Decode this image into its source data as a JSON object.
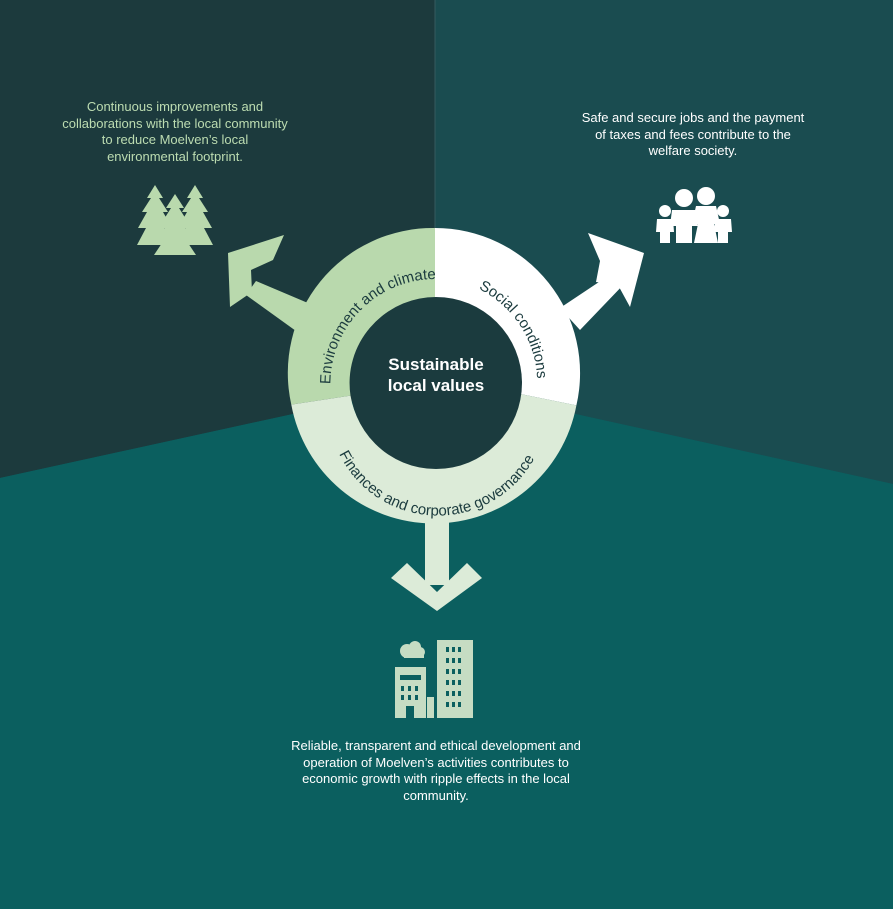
{
  "center": {
    "line1": "Sustainable",
    "line2": "local values"
  },
  "segments": [
    {
      "id": "environment",
      "ring_label": "Environment and climate",
      "description": "Continuous improvements and collaborations with the local community to reduce Moelven’s local environmental footprint.",
      "icon": "trees-icon",
      "color": "#b9d9ad"
    },
    {
      "id": "social",
      "ring_label": "Social conditions",
      "description": "Safe and secure jobs and the payment of taxes and fees contribute to the welfare society.",
      "icon": "family-icon",
      "color": "#ffffff"
    },
    {
      "id": "finance",
      "ring_label": "Finances and corporate governance",
      "description": "Reliable, transparent and ethical development and operation of Moelven’s activities contributes to economic growth with ripple effects in the local community.",
      "icon": "factory-buildings-icon",
      "color": "#dcebd8"
    }
  ],
  "colors": {
    "bg_left": "#1c3a3d",
    "bg_right": "#1a4c50",
    "bg_bottom": "#0b5f5f",
    "center_dark": "#1b3b3e"
  }
}
